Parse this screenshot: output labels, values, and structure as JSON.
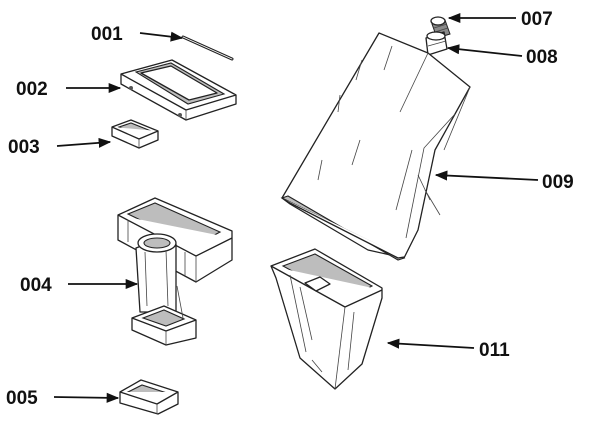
{
  "callouts": {
    "p001": "001",
    "p002": "002",
    "p003": "003",
    "p004": "004",
    "p005": "005",
    "p007": "007",
    "p008": "008",
    "p009": "009",
    "p011": "011"
  }
}
